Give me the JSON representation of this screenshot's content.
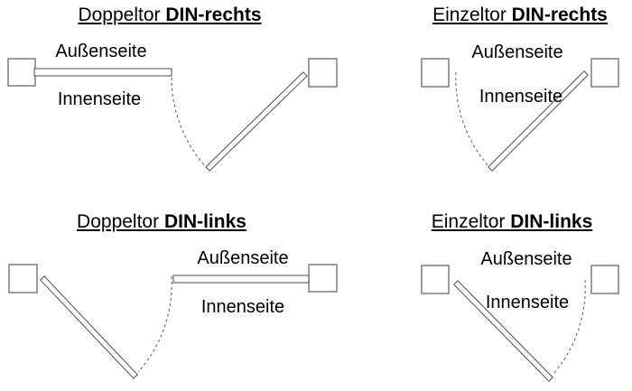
{
  "colors": {
    "bg": "#ffffff",
    "text": "#000000",
    "post-border": "#7d7d7d",
    "leaf-outline": "#4d4d4d",
    "arc": "#5c5c5c"
  },
  "panels": [
    {
      "id": "doppeltor-din-rechts",
      "title_prefix": "Doppeltor ",
      "title_bold": "DIN-rechts",
      "outside_label": "Außenseite",
      "inside_label": "Innenseite"
    },
    {
      "id": "einzeltor-din-rechts",
      "title_prefix": "Einzeltor ",
      "title_bold": "DIN-rechts",
      "outside_label": "Außenseite",
      "inside_label": "Innenseite"
    },
    {
      "id": "doppeltor-din-links",
      "title_prefix": "Doppeltor ",
      "title_bold": "DIN-links",
      "outside_label": "Außenseite",
      "inside_label": "Innenseite"
    },
    {
      "id": "einzeltor-din-links",
      "title_prefix": "Einzeltor ",
      "title_bold": "DIN-links",
      "outside_label": "Außenseite",
      "inside_label": "Innenseite"
    }
  ]
}
